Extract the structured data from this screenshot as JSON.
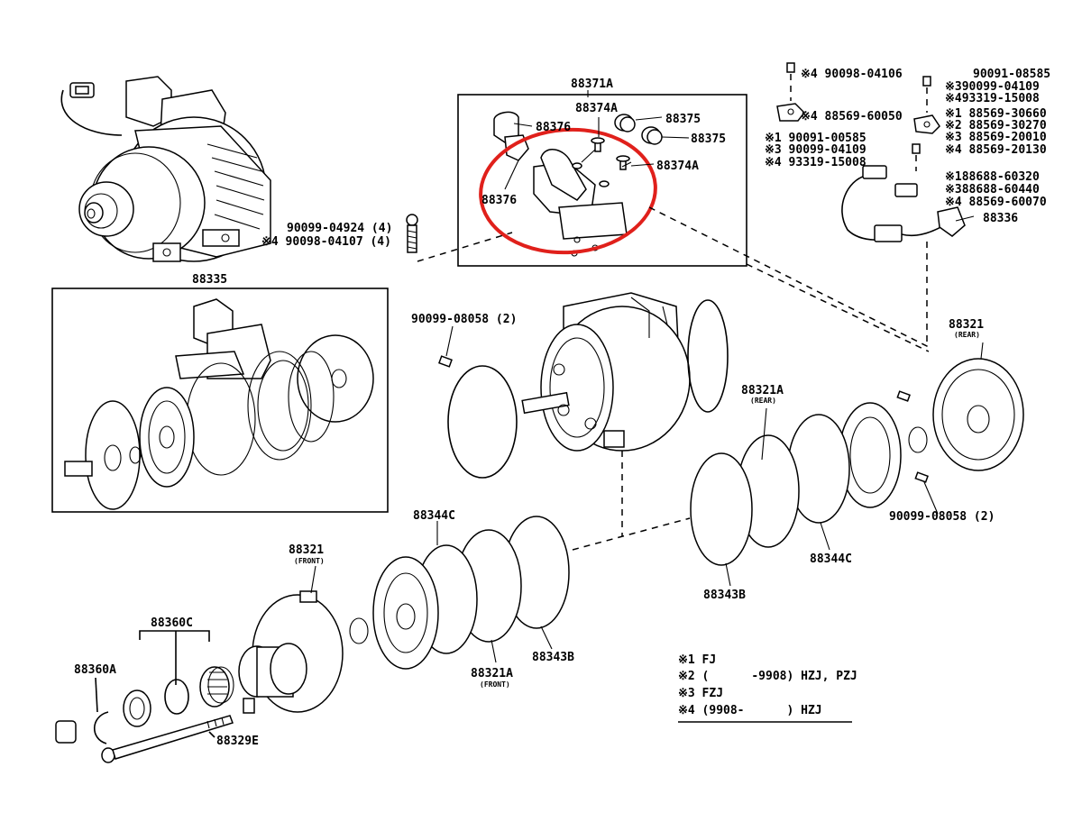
{
  "labels": {
    "p88371a": "88371A",
    "p88374a_top": "88374A",
    "p88375_a": "88375",
    "p88375_b": "88375",
    "p88376_a": "88376",
    "p88376_b": "88376",
    "p88374a_mid": "88374A",
    "bolt_a": "90099-04924 (4)",
    "bolt_b": "※4 90098-04107 (4)",
    "p88335": "88335",
    "pin_left": "90099-08058 (2)",
    "p88321_rear": "88321",
    "p88321_rear_sub": "(REAR)",
    "p88321a_rear": "88321A",
    "p88321a_rear_sub": "(REAR)",
    "p88344c_right": "88344C",
    "pin_right": "90099-08058 (2)",
    "p88343b_right": "88343B",
    "p88344c_left": "88344C",
    "p88321_front": "88321",
    "p88321_front_sub": "(FRONT)",
    "p88360c": "88360C",
    "p88360a": "88360A",
    "p88329e": "88329E",
    "p88321a_front": "88321A",
    "p88321a_front_sub": "(FRONT)",
    "p88343b_left": "88343B",
    "s_90098_04106": "※4 90098-04106",
    "s_88569_60050": "※4 88569-60050",
    "s_90091_08585": "90091-08585",
    "s_90099_04109_a": "※390099-04109",
    "s_93319_15008_a": "※493319-15008",
    "s_88569_30660": "※1 88569-30660",
    "s_88569_30270": "※2 88569-30270",
    "s_88569_20010": "※3 88569-20010",
    "s_88569_20130": "※4 88569-20130",
    "s_90091_00585": "※1 90091-00585",
    "s_90099_04109_b": "※3 90099-04109",
    "s_93319_15008_b": "※4 93319-15008",
    "s_88688_60320": "※188688-60320",
    "s_88688_60440": "※388688-60440",
    "s_88569_60070": "※4 88569-60070",
    "p88336": "88336"
  },
  "legend": [
    "※1 FJ",
    "※2 (      -9908) HZJ, PZJ",
    "※3 FZJ",
    "※4 (9908-      ) HZJ"
  ],
  "colors": {
    "highlight": "#e0201b",
    "line": "#000000",
    "background": "#ffffff"
  },
  "icons": {
    "highlight": "red-ellipse-highlight"
  }
}
